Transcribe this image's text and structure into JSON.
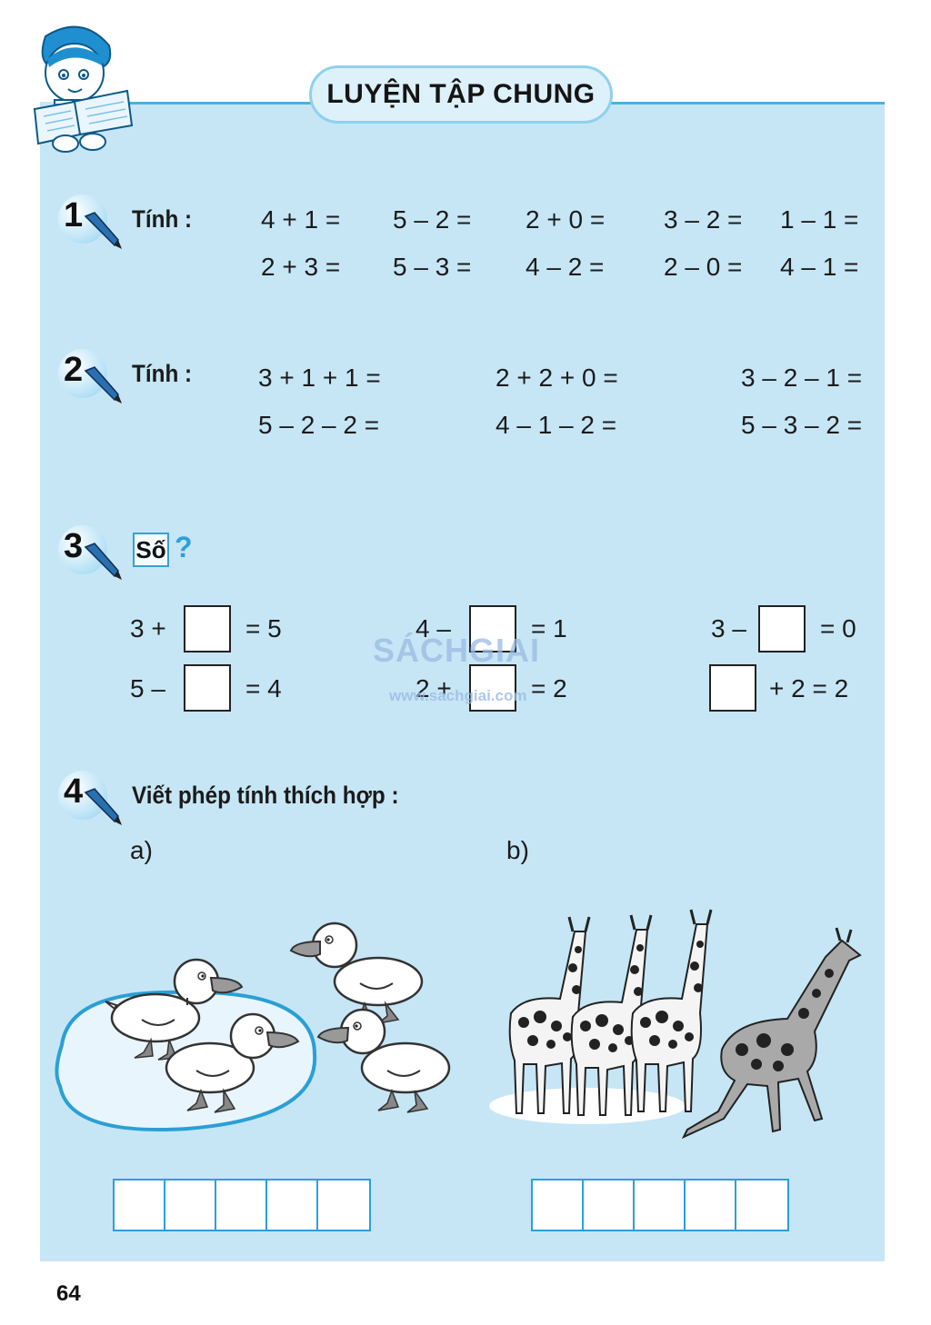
{
  "title": "LUYỆN TẬP CHUNG",
  "page_number": "64",
  "watermark": {
    "brand": "SÁCHGIAI",
    "url": "www.sachgiai.com"
  },
  "exercises": {
    "ex1": {
      "number": "1",
      "label": "Tính :",
      "row1": [
        "4 + 1 =",
        "5 – 2 =",
        "2 + 0 =",
        "3 – 2 =",
        "1 – 1 ="
      ],
      "row2": [
        "2 + 3 =",
        "5 – 3 =",
        "4 – 2 =",
        "2 – 0 =",
        "4 – 1 ="
      ]
    },
    "ex2": {
      "number": "2",
      "label": "Tính :",
      "row1": [
        "3 + 1 + 1 =",
        "2 + 2 + 0 =",
        "3 – 2 – 1 ="
      ],
      "row2": [
        "5 – 2 – 2 =",
        "4 – 1 – 2 =",
        "5 – 3 – 2 ="
      ]
    },
    "ex3": {
      "number": "3",
      "label": "Số",
      "qmark": "?",
      "items": [
        {
          "before": "3 +",
          "after": "= 5"
        },
        {
          "before": "5 –",
          "after": "= 4"
        },
        {
          "before": "4 –",
          "after": "= 1"
        },
        {
          "before": "2 +",
          "after": "= 2"
        },
        {
          "before": "3 –",
          "after": "= 0"
        },
        {
          "before": "",
          "after": "+ 2 = 2"
        }
      ]
    },
    "ex4": {
      "number": "4",
      "label": "Viết phép tính thích hợp :",
      "part_a": "a)",
      "part_b": "b)",
      "answer_cells": 5
    }
  }
}
